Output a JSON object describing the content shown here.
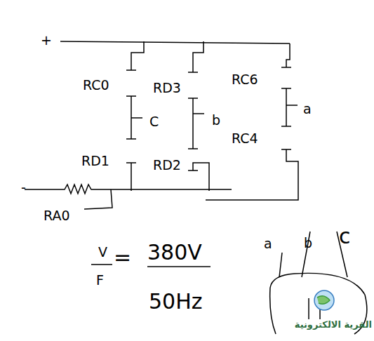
{
  "diagram": {
    "labels": [
      "+",
      "RC0",
      "C",
      "RD1",
      "RD3",
      "b",
      "RD2",
      "RC6",
      "a",
      "RC4",
      "-",
      "RA0",
      "V",
      "F",
      "=",
      "380V",
      "50Hz",
      "a",
      "b",
      "c",
      "القرية الالكترونية"
    ]
  }
}
